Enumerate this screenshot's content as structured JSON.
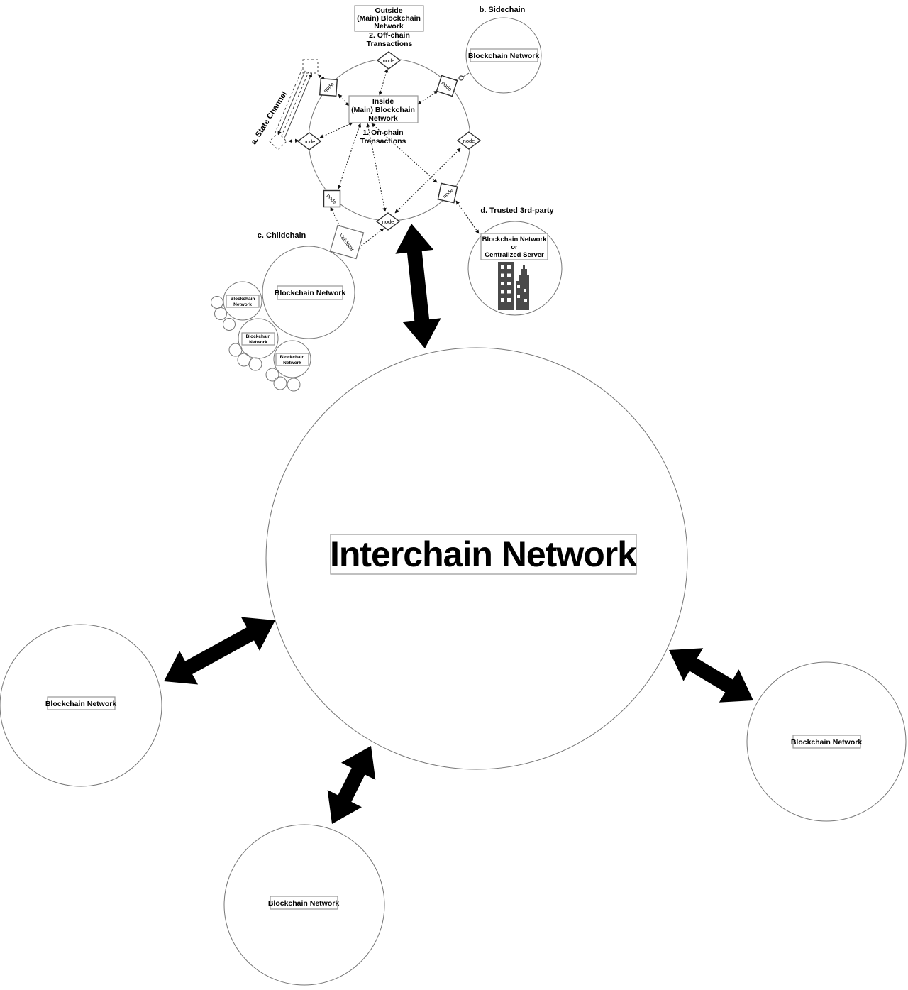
{
  "diagram": {
    "main_blockchain": {
      "outside_label_lines": [
        "Outside",
        "(Main) Blockchain",
        "Network"
      ],
      "offchain_label_lines": [
        "2. Off-chain",
        "Transactions"
      ],
      "inside_label_lines": [
        "Inside",
        "(Main) Blockchain",
        "Network"
      ],
      "onchain_label_lines": [
        "1. On-chain",
        "Transactions"
      ],
      "node_label": "node"
    },
    "state_channel": {
      "label": "a. State Channel"
    },
    "sidechain": {
      "label": "b. Sidechain",
      "network_label": "Blockchain Network"
    },
    "childchain": {
      "label": "c. Childchain",
      "network_label": "Blockchain Network",
      "subnetwork_label_lines": [
        "Blockchain",
        "Network"
      ]
    },
    "trusted_third_party": {
      "label": "d. Trusted 3rd-party",
      "box_lines": [
        "Blockchain Network",
        "or",
        "Centralized Server"
      ]
    },
    "validator": {
      "label": "Validator"
    },
    "interchain": {
      "label": "Interchain Network"
    },
    "peer_networks": {
      "left": "Blockchain Network",
      "bottom": "Blockchain Network",
      "right": "Blockchain Network"
    },
    "colors": {
      "line": "#1a1a1a",
      "circle_stroke": "#767676",
      "box_stroke": "#979797",
      "arrow_fill": "#000000",
      "building_fill": "#4a4a4a"
    }
  }
}
